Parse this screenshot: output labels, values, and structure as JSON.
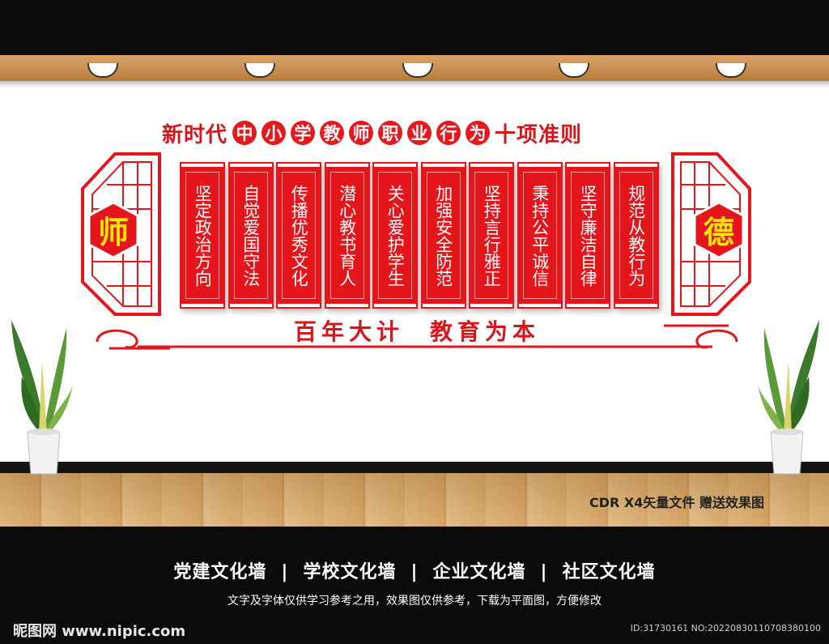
{
  "title": {
    "segments": [
      {
        "text": "新时代",
        "style": "plain"
      },
      {
        "text": "中",
        "style": "circle"
      },
      {
        "text": "小",
        "style": "circle"
      },
      {
        "text": "学",
        "style": "circle"
      },
      {
        "text": "教",
        "style": "circle"
      },
      {
        "text": "师",
        "style": "circle"
      },
      {
        "text": "职",
        "style": "circle"
      },
      {
        "text": "业",
        "style": "circle"
      },
      {
        "text": "行",
        "style": "circle"
      },
      {
        "text": "为",
        "style": "circle"
      },
      {
        "text": "十项准则",
        "style": "plain"
      }
    ]
  },
  "badges": {
    "left": "师",
    "right": "德"
  },
  "panels": [
    "坚定政治方向",
    "自觉爱国守法",
    "传播优秀文化",
    "潜心教书育人",
    "关心爱护学生",
    "加强安全防范",
    "坚持言行雅正",
    "秉持公平诚信",
    "坚守廉洁自律",
    "规范从教行为"
  ],
  "slogan": {
    "part1": "百年大计",
    "part2": "教育为本"
  },
  "cdr_note": "CDR X4矢量文件  赠送效果图",
  "categories": [
    "党建文化墙",
    "学校文化墙",
    "企业文化墙",
    "社区文化墙"
  ],
  "category_separator": "|",
  "disclaimer": "文字及字体仅供学习参考之用，效果图仅供参考，下载为平面图，方便修改",
  "watermark": "昵图网 www.nipic.com",
  "image_id": "ID:31730161 NO:20220830110708380100",
  "colors": {
    "red": "#e4151b",
    "badge_yellow": "#ffe600",
    "wood": "#d7a766"
  }
}
